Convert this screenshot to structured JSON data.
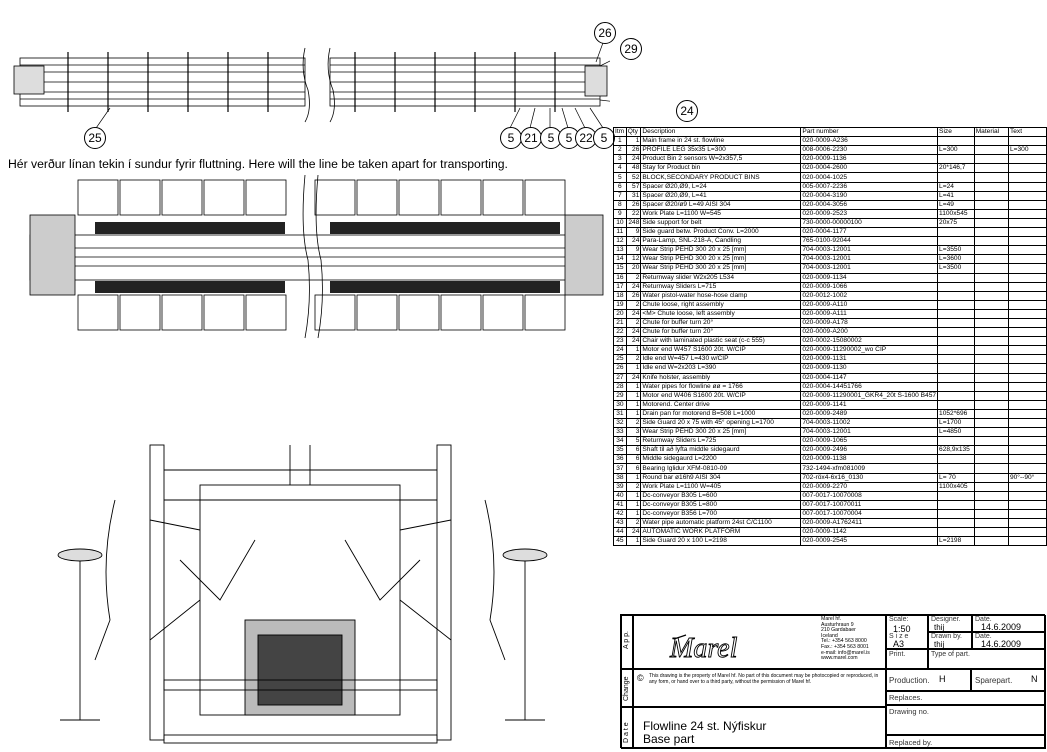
{
  "balloons": {
    "b26": "26",
    "b29": "29",
    "b24": "24",
    "b25": "25",
    "b5a": "5",
    "b21": "21",
    "b5b": "5",
    "b5c": "5",
    "b22": "22",
    "b5d": "5"
  },
  "note": "Hér verður línan tekin í sundur  fyrir fluttning. Here will the line be taken apart for transporting.",
  "bom": {
    "headers": [
      "Itm",
      "Qty",
      "Description",
      "Part number",
      "Size",
      "Material",
      "Text"
    ],
    "rows": [
      [
        "1",
        "1",
        "Main frame in 24 st. flowline",
        "020-0009-A236",
        "",
        "",
        ""
      ],
      [
        "2",
        "26",
        "PROFILE LEG 35x35 L=300",
        "008-0006-2230",
        "L=300",
        "",
        "L=300"
      ],
      [
        "3",
        "24",
        "Product Bin  2 sensors W=2x357,5",
        "020-0009-1136",
        "",
        "",
        ""
      ],
      [
        "4",
        "48",
        "Stay for Product bin",
        "020-0004-2600",
        "20*146,7",
        "",
        ""
      ],
      [
        "5",
        "52",
        "BLOCK,SECONDARY PRODUCT BINS",
        "020-0004-1025",
        "",
        "",
        ""
      ],
      [
        "6",
        "57",
        "Spacer Ø20,Ø9, L=24",
        "005-0007-2236",
        "L=24",
        "",
        ""
      ],
      [
        "7",
        "31",
        "Spacer Ø20,Ø9, L=41",
        "020-0004-3190",
        "L=41",
        "",
        ""
      ],
      [
        "8",
        "26",
        "Spacer Ø20/ø9 L=49 AISI 304",
        "020-0004-3056",
        "L=49",
        "",
        ""
      ],
      [
        "9",
        "22",
        "Work Plate L=1100 W=545",
        "020-0009-2523",
        "1100x545",
        "",
        ""
      ],
      [
        "10",
        "248",
        "Side support for belt",
        "730-0000-00000100",
        "20x75",
        "",
        ""
      ],
      [
        "11",
        "9",
        "Side guard betw. Product Conv. L=2000",
        "020-0004-1177",
        "",
        "",
        ""
      ],
      [
        "12",
        "24",
        "Para-Lamp, SNL-218-A, Candling",
        "765-0100-92044",
        "",
        "",
        ""
      ],
      [
        "13",
        "9",
        "Wear Strip PEHD 300 20 x 25  [mm]",
        "704-0003-12001",
        "L=3550",
        "",
        ""
      ],
      [
        "14",
        "12",
        "Wear Strip PEHD 300 20 x 25  [mm]",
        "704-0003-12001",
        "L=3600",
        "",
        ""
      ],
      [
        "15",
        "20",
        "Wear Strip PEHD 300 20 x 25  [mm]",
        "704-0003-12001",
        "L=3500",
        "",
        ""
      ],
      [
        "16",
        "2",
        "Returnway slider W2x205 L534",
        "020-0009-1134",
        "",
        "",
        ""
      ],
      [
        "17",
        "24",
        "Returnway Sliders  L=715",
        "020-0009-1066",
        "",
        "",
        ""
      ],
      [
        "18",
        "26",
        "Water pistol-water hose-hose clamp",
        "020-0012-1002",
        "",
        "",
        ""
      ],
      [
        "19",
        "2",
        "Chute loose, right assembly",
        "020-0009-A110",
        "",
        "",
        ""
      ],
      [
        "20",
        "24",
        "<M> Chute loose, left assembly",
        "020-0009-A111",
        "",
        "",
        ""
      ],
      [
        "21",
        "2",
        "Chute for buffer turn 20°",
        "020-0009-A178",
        "",
        "",
        ""
      ],
      [
        "22",
        "24",
        "Chute for buffer turn 20°",
        "020-0009-A200",
        "",
        "",
        ""
      ],
      [
        "23",
        "24",
        "Chair with laminated plastic seat (c-c 555)",
        "020-0002-15080002",
        "",
        "",
        ""
      ],
      [
        "24",
        "1",
        "Motor end W457 S1600  20t. W/CIP",
        "020-0009-11290002_wo CIP",
        "",
        "",
        ""
      ],
      [
        "25",
        "2",
        "Idle end W=457  L=430 w/CIP",
        "020-0009-1131",
        "",
        "",
        ""
      ],
      [
        "26",
        "1",
        "Idle end W=2x203 L=390",
        "020-0009-1130",
        "",
        "",
        ""
      ],
      [
        "27",
        "24",
        "Knife holster, assembly",
        "020-0004-1147",
        "",
        "",
        ""
      ],
      [
        "28",
        "1",
        "Water pipes for flowline øø = 1766",
        "020-0004-14451766",
        "",
        "",
        ""
      ],
      [
        "29",
        "1",
        "Motor end W406 S1600  20t. W/CIP",
        "020-0009-11290001_GKR4_20t S-1600 B457",
        "",
        "",
        ""
      ],
      [
        "30",
        "1",
        "Motorend.  Center drive",
        "020-0009-1141",
        "",
        "",
        ""
      ],
      [
        "31",
        "1",
        "Drain pan for motorend B=508 L=1000",
        "020-0009-2489",
        "1052*696",
        "",
        ""
      ],
      [
        "32",
        "2",
        "Side Guard 20 x 75 with 45° opening L=1700",
        "704-0003-11002",
        "L=1700",
        "",
        ""
      ],
      [
        "33",
        "3",
        "Wear Strip PEHD 300 20 x 25  [mm]",
        "704-0003-12001",
        "L=4850",
        "",
        ""
      ],
      [
        "34",
        "5",
        "Returnway Sliders  L=725",
        "020-0009-1065",
        "",
        "",
        ""
      ],
      [
        "35",
        "6",
        "Shaft til að lyfta middle sidegaurd",
        "020-0009-2496",
        "628,9x135",
        "",
        ""
      ],
      [
        "36",
        "6",
        "Middle sidegaurd L=2200",
        "020-0009-1138",
        "",
        "",
        ""
      ],
      [
        "37",
        "6",
        "Bearing Iglidur XFM-0810-09",
        "732-1494-xfm081009",
        "",
        "",
        ""
      ],
      [
        "38",
        "1",
        "Round bar ø16h9 AISI 304",
        "702-röx4-6x16_0130",
        "L= 70",
        "",
        "90°--90°"
      ],
      [
        "39",
        "2",
        "Work Plate L=1100 W=405",
        "020-0009-2270",
        "1100x405",
        "",
        ""
      ],
      [
        "40",
        "1",
        "Dc-conveyor B305 L=600",
        "007-0017-10070008",
        "",
        "",
        ""
      ],
      [
        "41",
        "1",
        "Dc-conveyor B305 L=800",
        "007-0017-10070011",
        "",
        "",
        ""
      ],
      [
        "42",
        "1",
        "Dc-conveyor B356 L=700",
        "007-0017-10070004",
        "",
        "",
        ""
      ],
      [
        "43",
        "2",
        "Water pipe automatic platform 24st C/C1100",
        "020-0009-A1762411",
        "",
        "",
        ""
      ],
      [
        "44",
        "24",
        "AUTOMATIC WORK PLATFORM",
        "020-0009-1142",
        "",
        "",
        ""
      ],
      [
        "45",
        "1",
        "Side Guard 20 x 100 L=2198",
        "020-0009-2545",
        "L=2198",
        "",
        ""
      ]
    ]
  },
  "title_block": {
    "app_label": "A p p.",
    "change_label": "Change",
    "date_label": "D a t e",
    "logo": "Marel",
    "address": [
      "Marel hf.",
      "Austurhraun 9",
      "210 Gardabaer",
      "Iceland",
      "Tel.: +354 563 8000",
      "Fax.: +354 563 8001",
      "e-mail: info@marel.is",
      "www.marel.com"
    ],
    "copyright": "This drawing is the property of Marel hf. No part of this document may be photocopied or reproduced, in any form, or hand over to a third party, without the permission of Marel hf.",
    "scale_label": "Scale:",
    "scale": "1:50",
    "size_label": "S i z e",
    "size": "A3",
    "designer_label": "Designer.",
    "designer": "thij",
    "date1_label": "Date.",
    "date1": "14.6.2009",
    "drawn_label": "Drawn by.",
    "drawn": "thij",
    "date2_label": "Date.",
    "date2": "14.6.2009",
    "print_label": "Print.",
    "type_label": "Type of part.",
    "production_label": "Production.",
    "production": "H",
    "sparepart_label": "Sparepart.",
    "sparepart": "N",
    "replaces_label": "Replaces.",
    "drawing_no_label": "Drawing no.",
    "replaced_label": "Replaced by.",
    "title1": "Flowline 24 st. Nýfiskur",
    "title2": "Base part"
  }
}
